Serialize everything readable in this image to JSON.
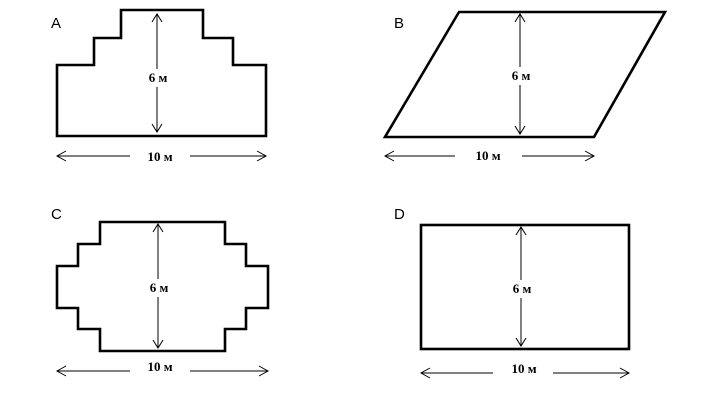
{
  "figures": [
    {
      "label": "A",
      "height_label": "6 м",
      "width_label": "10 м"
    },
    {
      "label": "B",
      "height_label": "6 м",
      "width_label": "10 м"
    },
    {
      "label": "C",
      "height_label": "6 м",
      "width_label": "10 м"
    },
    {
      "label": "D",
      "height_label": "6 м",
      "width_label": "10 м"
    }
  ]
}
